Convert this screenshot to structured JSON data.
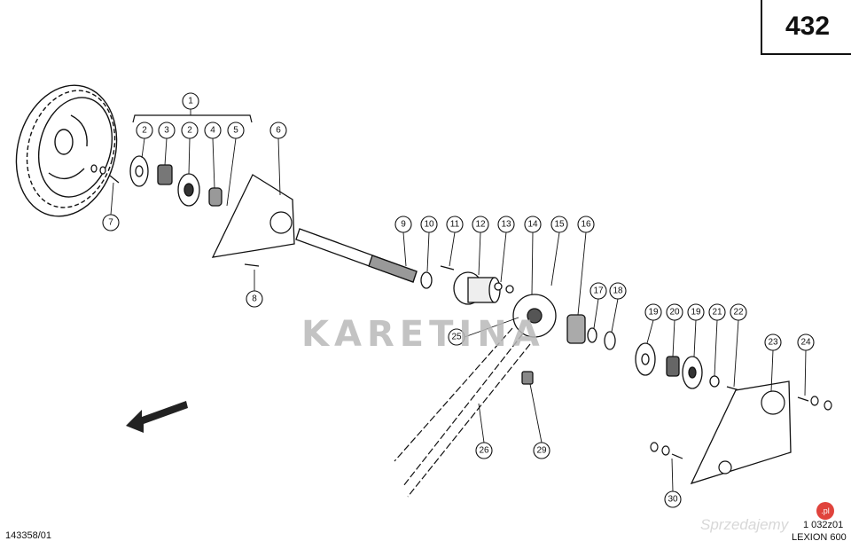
{
  "page_number": "432",
  "drawing_id": "143358/01",
  "diagram_code": "1 032z01",
  "model": "LEXION 600",
  "watermark": "KARETINA",
  "site_watermark": "Sprzedajemy",
  "badge": ".pl",
  "callouts": [
    "1",
    "2",
    "3",
    "2",
    "4",
    "5",
    "6",
    "7",
    "8",
    "9",
    "10",
    "11",
    "12",
    "13",
    "14",
    "15",
    "16",
    "17",
    "18",
    "19",
    "20",
    "19",
    "21",
    "22",
    "23",
    "24",
    "25",
    "26",
    "29",
    "30"
  ],
  "direction_arrow": "arrow-icon"
}
